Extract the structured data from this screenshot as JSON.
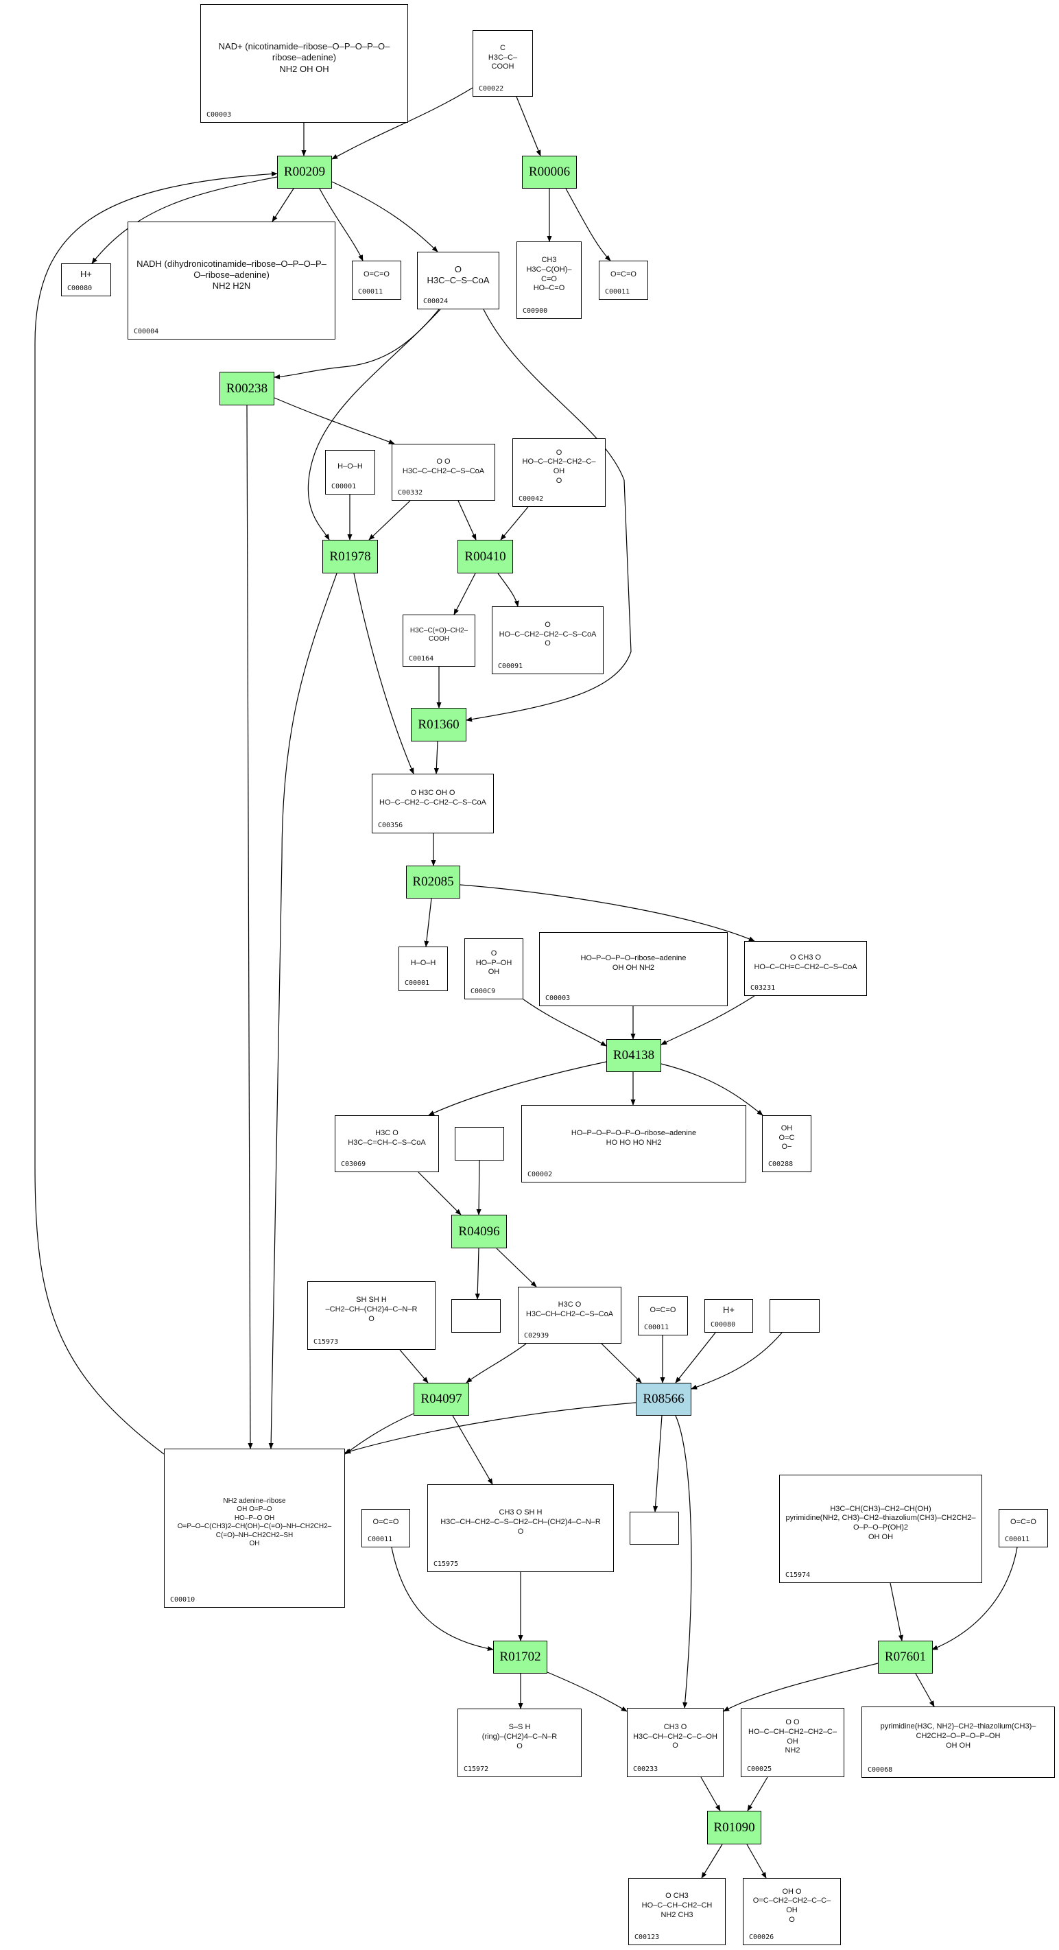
{
  "colors": {
    "reaction_green": "#98fb98",
    "reaction_blue": "#add8e6",
    "edge": "#000000",
    "compound_border": "#000000"
  },
  "reactions": {
    "R00209": "R00209",
    "R00006": "R00006",
    "R00238": "R00238",
    "R01978": "R01978",
    "R00410": "R00410",
    "R01360": "R01360",
    "R02085": "R02085",
    "R04138": "R04138",
    "R04096": "R04096",
    "R04097": "R04097",
    "R08566": "R08566",
    "R01702": "R01702",
    "R07601": "R07601",
    "R01090": "R01090"
  },
  "compounds": {
    "c00003_top": {
      "id": "C00003",
      "structure": "NAD+ (nicotinamide–ribose–O–P–O–P–O–ribose–adenine)\nNH2  OH OH"
    },
    "c00022": {
      "id": "C00022",
      "structure": "C\nH3C–C–COOH"
    },
    "c00080_top": {
      "id": "C00080",
      "structure": "H+"
    },
    "c00004": {
      "id": "C00004",
      "structure": "NADH (dihydronicotinamide–ribose–O–P–O–P–O–ribose–adenine)\nNH2  H2N"
    },
    "c00011_a": {
      "id": "C00011",
      "structure": "O=C=O"
    },
    "c00024": {
      "id": "C00024",
      "structure": "O\nH3C–C–S–CoA"
    },
    "c00900": {
      "id": "C00900",
      "structure": "CH3\nH3C–C(OH)–C=O\nHO–C=O"
    },
    "c00011_b": {
      "id": "C00011",
      "structure": "O=C=O"
    },
    "c00001_a": {
      "id": "C00001",
      "structure": "H–O–H"
    },
    "c00332": {
      "id": "C00332",
      "structure": "O     O\nH3C–C–CH2–C–S–CoA"
    },
    "c00042": {
      "id": "C00042",
      "structure": "O\nHO–C–CH2–CH2–C–OH\nO"
    },
    "c00164": {
      "id": "C00164",
      "structure": "H3C–C(=O)–CH2–COOH"
    },
    "c00091": {
      "id": "C00091",
      "structure": "O\nHO–C–CH2–CH2–C–S–CoA\nO"
    },
    "c00356": {
      "id": "C00356",
      "structure": "O  H3C  OH   O\nHO–C–CH2–C–CH2–C–S–CoA"
    },
    "c00001_b": {
      "id": "C00001",
      "structure": "H–O–H"
    },
    "c00009": {
      "id": "C000C9",
      "structure": "O\nHO–P–OH\nOH"
    },
    "c00003_mid": {
      "id": "C00003",
      "structure": "HO–P–O–P–O–ribose–adenine\nOH  OH   NH2"
    },
    "c03231": {
      "id": "C03231",
      "structure": "O    CH3   O\nHO–C–CH=C–CH2–C–S–CoA"
    },
    "c03069": {
      "id": "C03069",
      "structure": "H3C       O\nH3C–C=CH–C–S–CoA"
    },
    "empty_1": {
      "id": "",
      "structure": ""
    },
    "c00002": {
      "id": "C00002",
      "structure": "HO–P–O–P–O–P–O–ribose–adenine\nHO  HO  HO    NH2"
    },
    "c00288": {
      "id": "C00288",
      "structure": "OH\nO=C\nO−"
    },
    "c15973": {
      "id": "C15973",
      "structure": "SH   SH           H\n–CH2–CH–(CH2)4–C–N–R\nO"
    },
    "empty_2": {
      "id": "",
      "structure": ""
    },
    "c02939": {
      "id": "C02939",
      "structure": "H3C         O\nH3C–CH–CH2–C–S–CoA"
    },
    "c00011_c": {
      "id": "C00011",
      "structure": "O=C=O"
    },
    "c00080_mid": {
      "id": "C00080",
      "structure": "H+"
    },
    "empty_3": {
      "id": "",
      "structure": ""
    },
    "c00010": {
      "id": "C00010",
      "structure": "NH2 adenine–ribose\nOH  O=P–O\nHO–P–O  OH\nO=P–O–C(CH3)2–CH(OH)–C(=O)–NH–CH2CH2–C(=O)–NH–CH2CH2–SH\nOH"
    },
    "c15975": {
      "id": "C15975",
      "structure": "CH3  O         SH          H\nH3C–CH–CH2–C–S–CH2–CH–(CH2)4–C–N–R\nO"
    },
    "empty_4": {
      "id": "",
      "structure": ""
    },
    "c00011_d": {
      "id": "C00011",
      "structure": "O=C=O"
    },
    "c15974": {
      "id": "C15974",
      "structure": "H3C–CH(CH3)–CH2–CH(OH)\npyrimidine(NH2, CH3)–CH2–thiazolium(CH3)–CH2CH2–O–P–O–P(OH)2\nOH  OH"
    },
    "c00011_e": {
      "id": "C00011",
      "structure": "O=C=O"
    },
    "c15972": {
      "id": "C15972",
      "structure": "S–S              H\n(ring)–(CH2)4–C–N–R\nO"
    },
    "c00233": {
      "id": "C00233",
      "structure": "CH3  O\nH3C–CH–CH2–C–C–OH\nO"
    },
    "c00025": {
      "id": "C00025",
      "structure": "O                O\nHO–C–CH–CH2–CH2–C–OH\nNH2"
    },
    "c00068": {
      "id": "C00068",
      "structure": "pyrimidine(H3C, NH2)–CH2–thiazolium(CH3)–CH2CH2–O–P–O–P–OH\nOH  OH"
    },
    "c00123": {
      "id": "C00123",
      "structure": "O           CH3\nHO–C–CH–CH2–CH\nNH2     CH3"
    },
    "c00026": {
      "id": "C00026",
      "structure": "OH              O\nO=C–CH2–CH2–C–C–OH\nO"
    }
  }
}
